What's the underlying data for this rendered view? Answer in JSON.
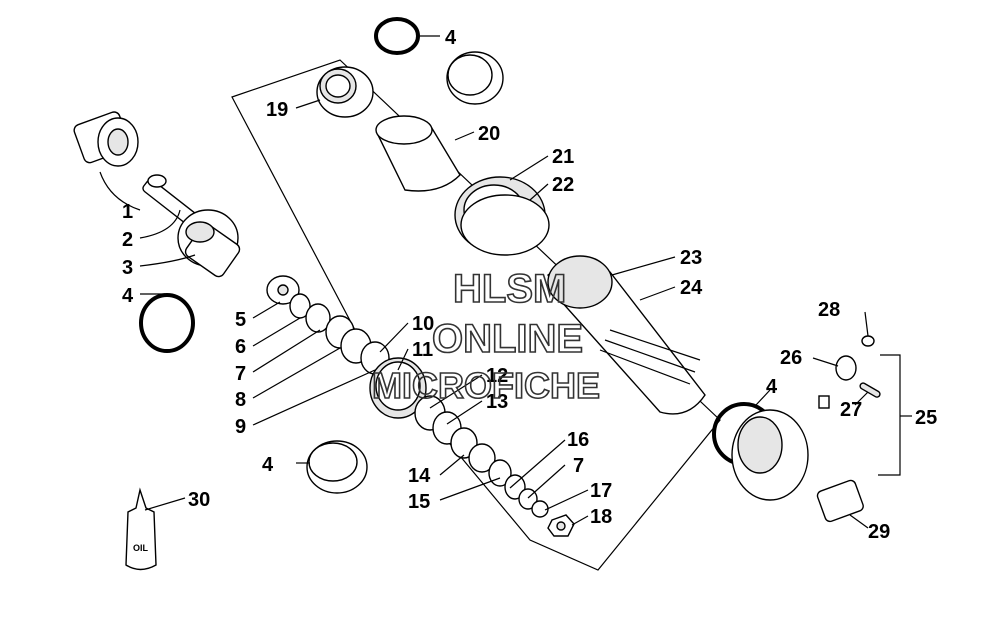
{
  "callouts": {
    "c1": "1",
    "c2": "2",
    "c3": "3",
    "c4a": "4",
    "c4b": "4",
    "c4c": "4",
    "c4d": "4",
    "c5": "5",
    "c6": "6",
    "c7a": "7",
    "c7b": "7",
    "c8": "8",
    "c9": "9",
    "c10": "10",
    "c11": "11",
    "c12": "12",
    "c13": "13",
    "c14": "14",
    "c15": "15",
    "c16": "16",
    "c17": "17",
    "c18": "18",
    "c19": "19",
    "c20": "20",
    "c21": "21",
    "c22": "22",
    "c23": "23",
    "c24": "24",
    "c25": "25",
    "c26": "26",
    "c27": "27",
    "c28": "28",
    "c29": "29",
    "c30": "30"
  },
  "bottle_label": "OIL",
  "watermark": {
    "line1": "HLSM",
    "line2": "ONLINE",
    "line3": "MICROFICHE"
  }
}
